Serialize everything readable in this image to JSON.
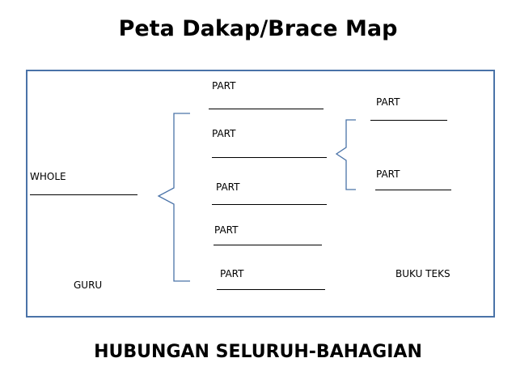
{
  "title": "Peta Dakap/Brace Map",
  "caption": "HUBUNGAN SELURUH-BAHAGIAN",
  "whole": {
    "label": "WHOLE",
    "note": "GURU"
  },
  "parts": [
    {
      "label": "PART"
    },
    {
      "label": "PART"
    },
    {
      "label": "PART"
    },
    {
      "label": "PART"
    },
    {
      "label": "PART"
    }
  ],
  "subparts": [
    {
      "label": "PART"
    },
    {
      "label": "PART"
    }
  ],
  "subparts_note": "BUKU TEKS",
  "colors": {
    "frame": "#4a73a8",
    "brace": "#4a73a8"
  }
}
